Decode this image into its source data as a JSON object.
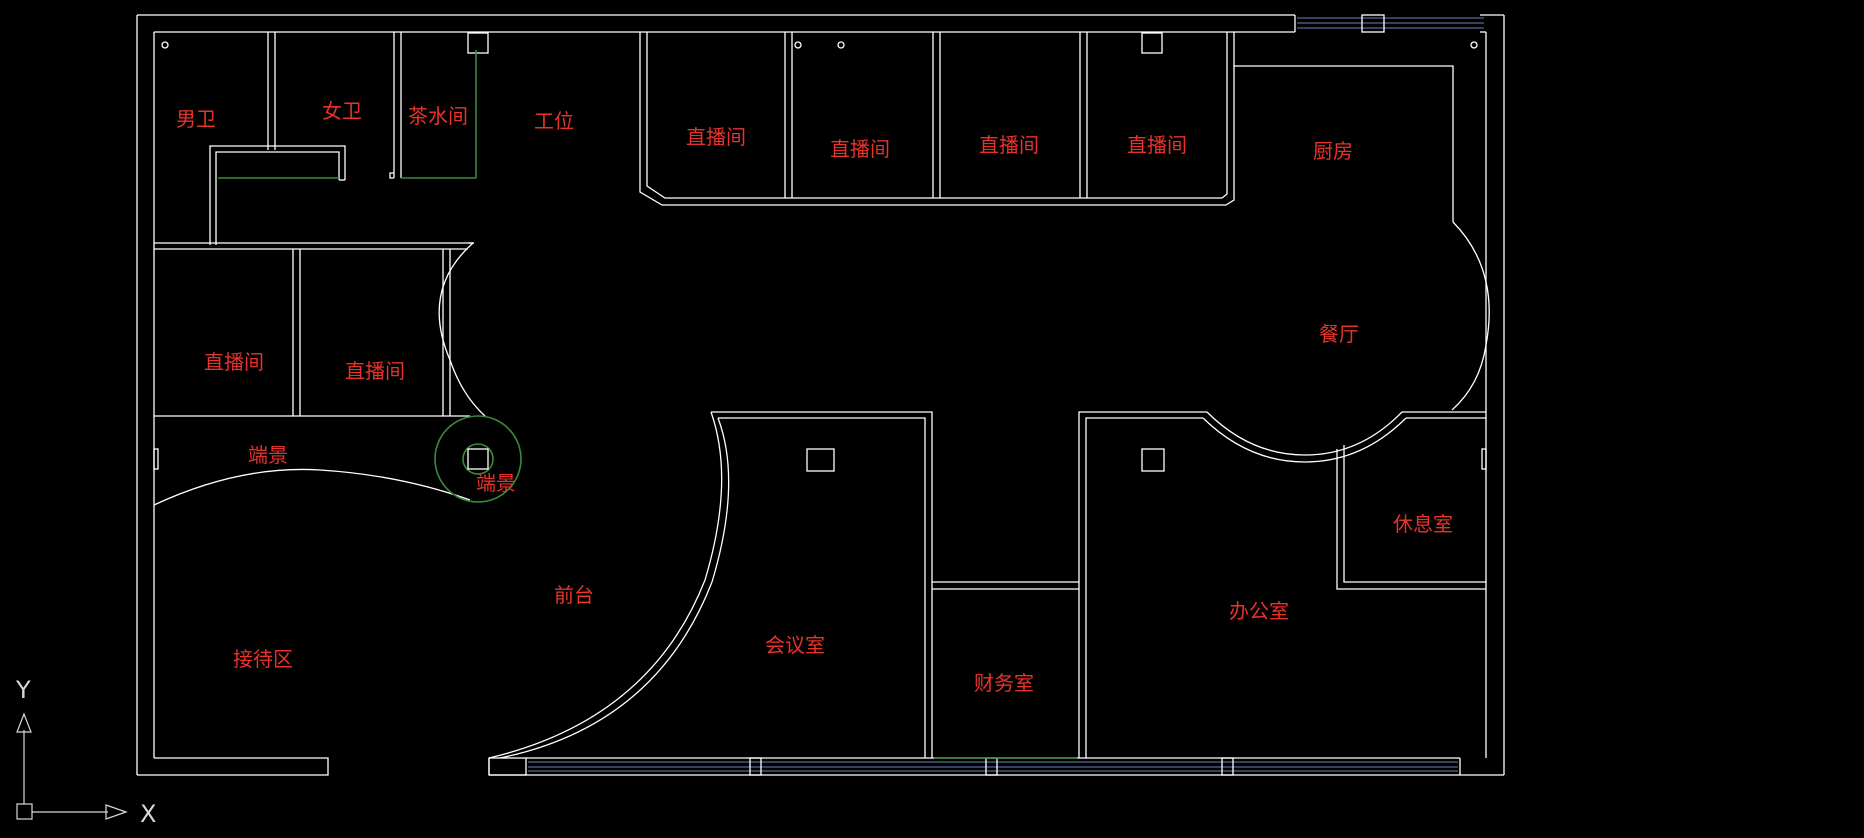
{
  "rooms": {
    "men_toilet": "男卫",
    "women_toilet": "女卫",
    "tea_room": "茶水间",
    "workstation": "工位",
    "live_room_1": "直播间",
    "live_room_2": "直播间",
    "live_room_3": "直播间",
    "live_room_4": "直播间",
    "live_room_5": "直播间",
    "live_room_6": "直播间",
    "kitchen": "厨房",
    "dining": "餐厅",
    "end_scene_1": "端景",
    "end_scene_2": "端景",
    "front_desk": "前台",
    "reception": "接待区",
    "meeting_room": "会议室",
    "finance_room": "财务室",
    "office": "办公室",
    "lounge": "休息室"
  },
  "axes": {
    "x": "X",
    "y": "Y"
  },
  "colors": {
    "background": "#000000",
    "wall": "#ffffff",
    "label": "#e8322c",
    "door_green": "#3a8a3a",
    "window_blue": "#6b7fb8"
  }
}
